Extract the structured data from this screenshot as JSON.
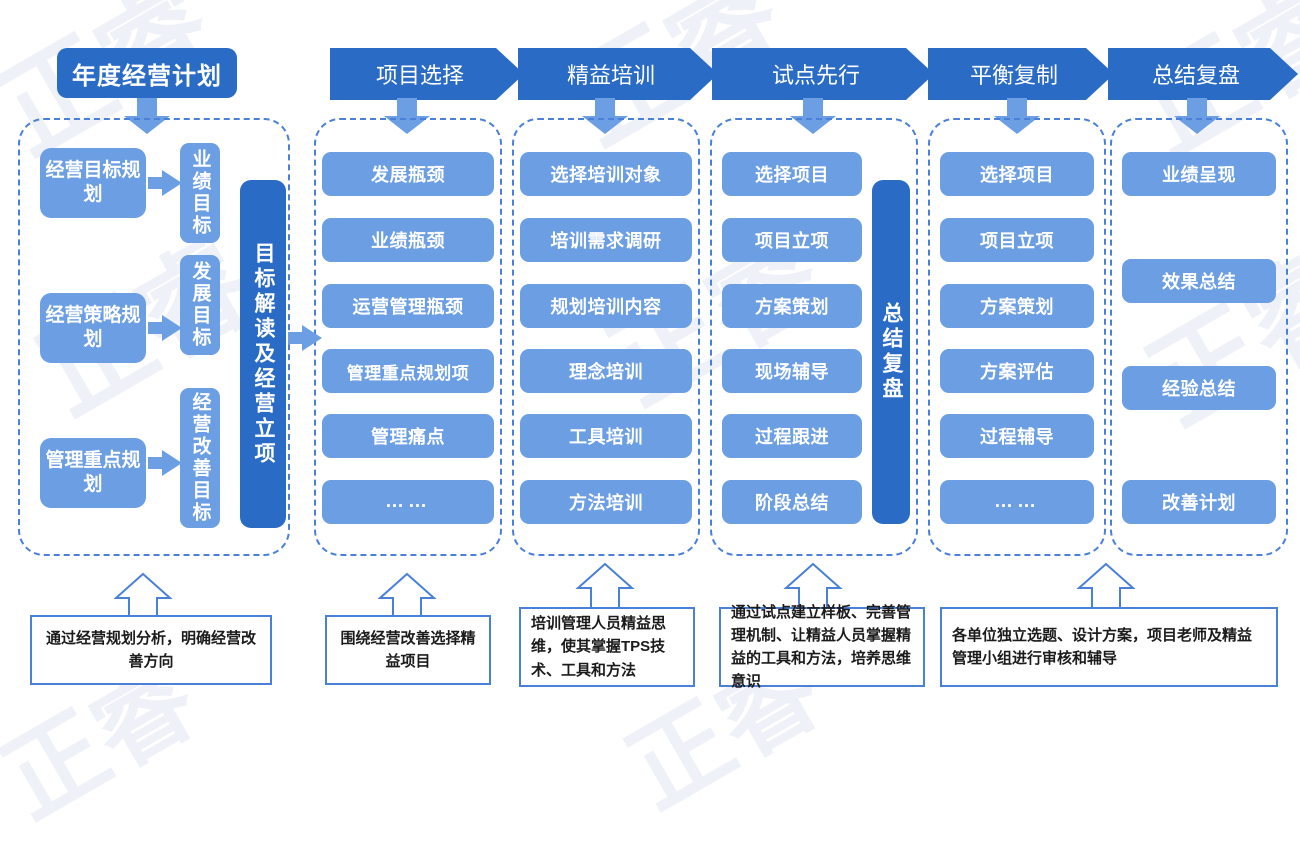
{
  "theme": {
    "dark_blue": "#2a6bc6",
    "light_blue": "#6b9ee3",
    "dashed_border": "#4a80d8",
    "caption_border": "#4a80d8",
    "background": "#ffffff"
  },
  "watermark": {
    "text": "正睿",
    "url": "zr.com"
  },
  "header": {
    "title": "年度经营计划",
    "stages": [
      {
        "label": "项目选择"
      },
      {
        "label": "精益培训"
      },
      {
        "label": "试点先行"
      },
      {
        "label": "平衡复制"
      },
      {
        "label": "总结复盘"
      }
    ]
  },
  "column0": {
    "plans": [
      {
        "label": "经营目标规划"
      },
      {
        "label": "经营策略规划"
      },
      {
        "label": "管理重点规划"
      }
    ],
    "goals": [
      {
        "label": "业绩目标"
      },
      {
        "label": "发展目标"
      },
      {
        "label": "经营改善目标"
      }
    ],
    "vbar": "目标解读及经营立项"
  },
  "columns": [
    {
      "key": "project-selection",
      "items": [
        "发展瓶颈",
        "业绩瓶颈",
        "运营管理瓶颈",
        "管理重点规划项",
        "管理痛点",
        "……"
      ]
    },
    {
      "key": "lean-training",
      "items": [
        "选择培训对象",
        "培训需求调研",
        "规划培训内容",
        "理念培训",
        "工具培训",
        "方法培训"
      ]
    },
    {
      "key": "pilot-first",
      "items": [
        "选择项目",
        "项目立项",
        "方案策划",
        "现场辅导",
        "过程跟进",
        "阶段总结"
      ],
      "vbar": "总结复盘"
    },
    {
      "key": "balanced-replication",
      "items": [
        "选择项目",
        "项目立项",
        "方案策划",
        "方案评估",
        "过程辅导",
        "……"
      ]
    },
    {
      "key": "summary-review",
      "items": [
        "业绩呈现",
        "效果总结",
        "经验总结",
        "改善计划"
      ]
    }
  ],
  "captions": [
    {
      "key": "caption-planning",
      "text": "通过经营规划分析，明确经营改善方向"
    },
    {
      "key": "caption-selection",
      "text": "围绕经营改善选择精益项目"
    },
    {
      "key": "caption-training",
      "text": "培训管理人员精益思维，使其掌握TPS技术、工具和方法"
    },
    {
      "key": "caption-pilot",
      "text": "通过试点建立样板、完善管理机制、让精益人员掌握精益的工具和方法，培养思维意识"
    },
    {
      "key": "caption-replication",
      "text": "各单位独立选题、设计方案，项目老师及精益管理小组进行审核和辅导"
    }
  ]
}
